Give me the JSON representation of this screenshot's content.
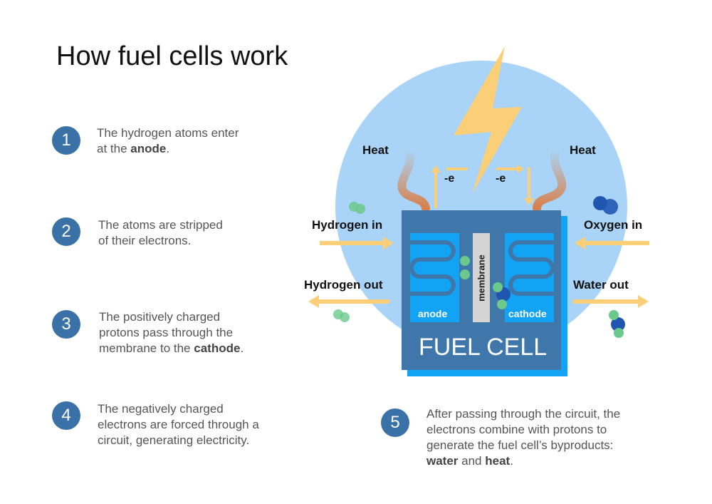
{
  "title": "How fuel cells work",
  "steps": [
    {
      "number": "1",
      "text_a": "The hydrogen atoms enter",
      "text_b": "at the ",
      "bold": "anode",
      "tail": "."
    },
    {
      "number": "2",
      "text_a": "The atoms are stripped",
      "text_b": "of their electrons."
    },
    {
      "number": "3",
      "text_a": "The positively charged",
      "text_b": "protons pass through the",
      "text_c": "membrane to the ",
      "bold": "cathode",
      "tail": "."
    },
    {
      "number": "4",
      "text_a": "The negatively charged",
      "text_b": "electrons are forced through a",
      "text_c": "circuit, generating electricity."
    },
    {
      "number": "5",
      "text_a": "After passing through the circuit, the",
      "text_b": "electrons combine with protons to",
      "text_c": "generate the fuel cell’s byproducts:",
      "bold1": "water",
      "mid": " and ",
      "bold2": "heat",
      "tail": "."
    }
  ],
  "diagram": {
    "heat_left": "Heat",
    "heat_right": "Heat",
    "electron_left": "-e",
    "electron_right": "-e",
    "hydrogen_in": "Hydrogen in",
    "hydrogen_out": "Hydrogen out",
    "oxygen_in": "Oxygen in",
    "water_out": "Water out",
    "anode": "anode",
    "cathode": "cathode",
    "membrane": "membrane",
    "fuel_cell": "FUEL CELL"
  },
  "colors": {
    "accent": "#3a72a8",
    "circle": "#a9d4f7",
    "cell": "#3f77ab",
    "bright": "#12a3f5",
    "arrow": "#fbcf78",
    "hydrogen": "#6cc98c",
    "oxygen": "#1f56b0"
  }
}
